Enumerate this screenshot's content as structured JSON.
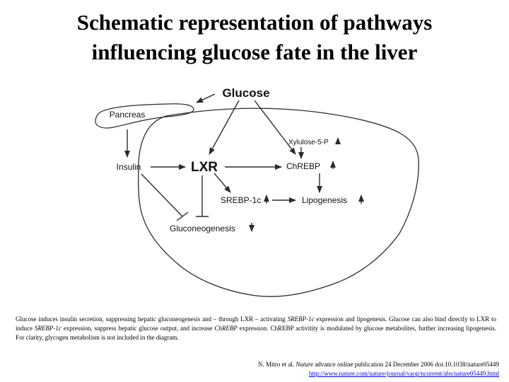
{
  "title": {
    "line1": "Schematic representation of pathways",
    "line2": "influencing glucose fate in the liver"
  },
  "diagram": {
    "labels": {
      "glucose": "Glucose",
      "pancreas": "Pancreas",
      "xylulose": "Xylulose-5-P",
      "insulin": "Insulin",
      "lxr": "LXR",
      "chrebp": "ChREBP",
      "srebp": "SREBP-1c",
      "lipogenesis": "Lipogenesis",
      "gluconeogenesis": "Gluconeogenesis"
    },
    "colors": {
      "stroke": "#2b2b2b",
      "text": "#111111"
    }
  },
  "caption": {
    "p1": "Glucose induces insulin secretion, suppressing hepatic gluconeogenesis and – through LXR – activating ",
    "i1": "SREBP-1c",
    "p2": " expression and lipogenesis. Glucose can also bind directly to LXR to induce ",
    "i2": "SREBP-1c",
    "p3": " expression, suppress hepatic glucose output, and increase ",
    "i3": "ChREBP",
    "p4": " expression. ChREBP activitity is modulated by glucose metabolites, further increasing lipogenesis. For clarity, glycogen metabolism is not included in the diagram."
  },
  "citation": {
    "authors": "N. Mitro et al. ",
    "journal": "Nature",
    "details": " advance online publication 24 December 2006 doi:10.1038/nature05449",
    "url": "http://www.nature.com/nature/journal/vaop/ncurrent/abs/nature05449.html"
  }
}
